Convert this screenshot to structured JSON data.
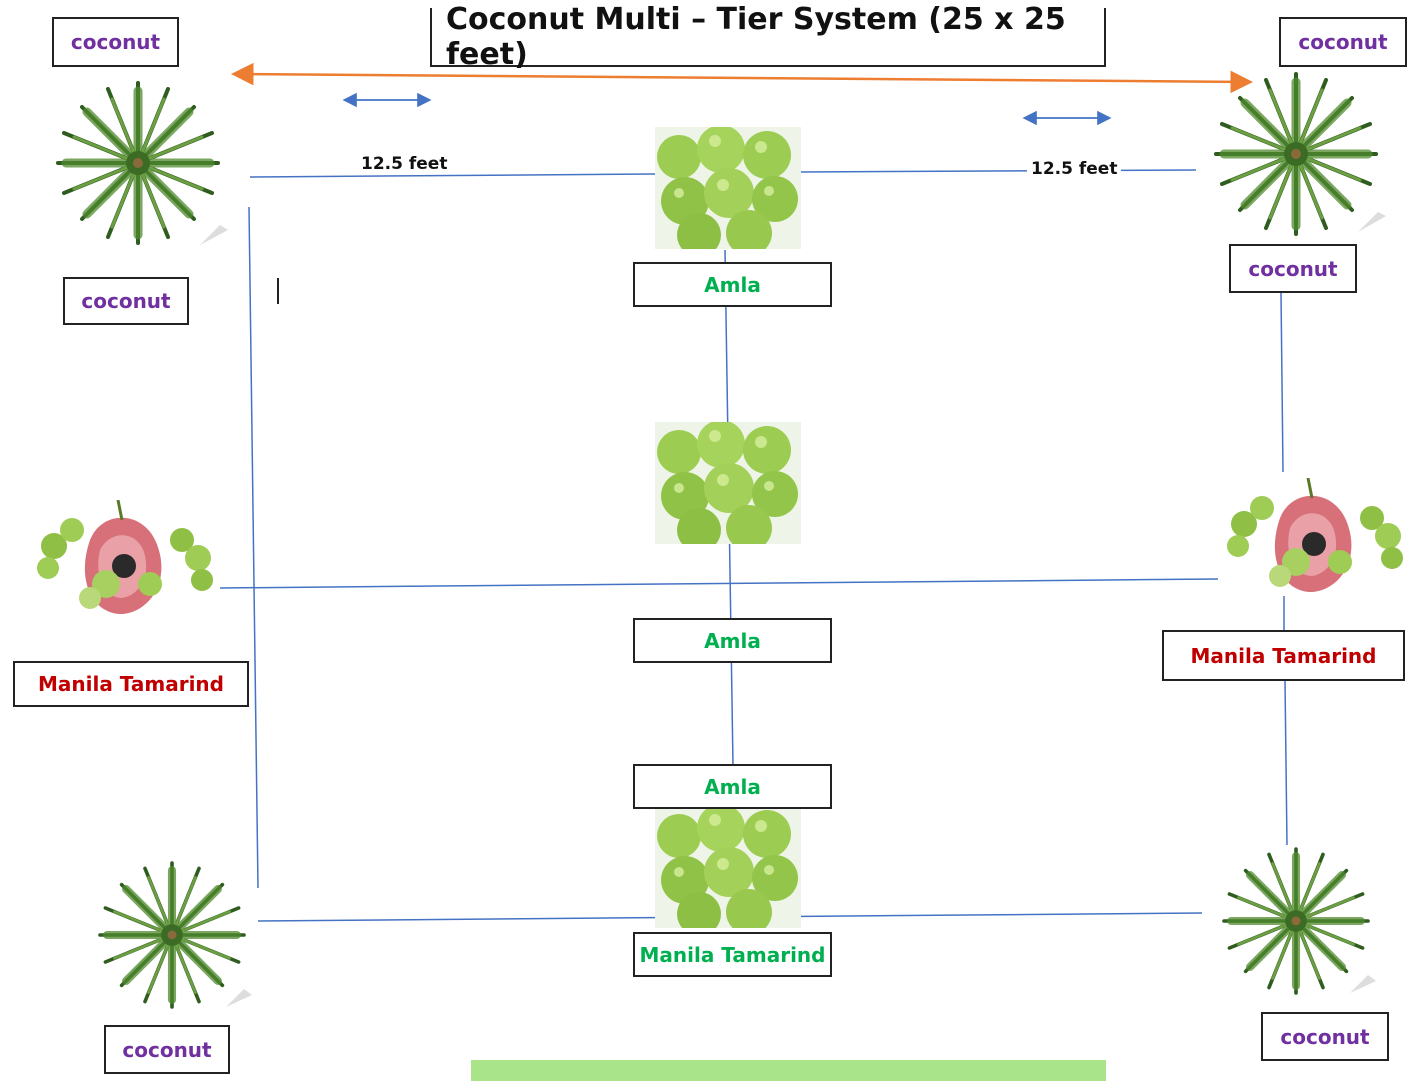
{
  "title": "Coconut Multi – Tier System (25 x 25 feet)",
  "dimensions": {
    "left": "12.5 feet",
    "right": "12.5 feet"
  },
  "labels": {
    "coconut_top_left": "coconut",
    "coconut_top_left_lower": "coconut",
    "coconut_top_right": "coconut",
    "coconut_top_right_lower": "coconut",
    "coconut_bottom_left": "coconut",
    "coconut_bottom_right": "coconut",
    "manila_left": "Manila Tamarind",
    "manila_right": "Manila Tamarind",
    "amla_top": "Amla",
    "amla_middle": "Amla",
    "amla_lower": "Amla",
    "manila_center_bottom": "Manila Tamarind"
  },
  "colors": {
    "coconut_label": "#7030a0",
    "manila_side_label": "#c00000",
    "center_label": "#00b050",
    "grid_line": "#4472c4",
    "span_arrow": "#ed7d31",
    "bottom_bar": "#a9e38a"
  },
  "icons": {
    "coconut": "coconut-palm-icon",
    "amla": "amla-fruit-icon",
    "manila_tamarind": "manila-tamarind-fruit-icon"
  }
}
